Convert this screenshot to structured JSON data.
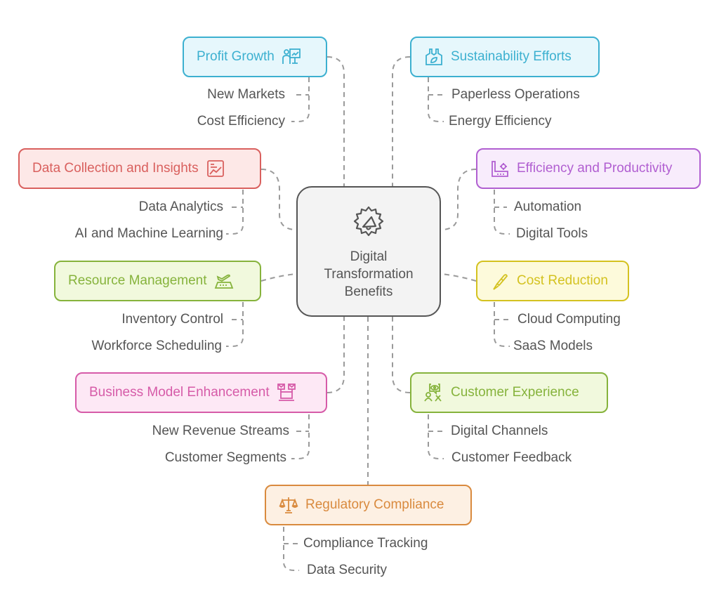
{
  "center": {
    "icon": "gear-megaphone-icon",
    "title_lines": [
      "Digital",
      "Transformation",
      "Benefits"
    ]
  },
  "branches": [
    {
      "id": "profit-growth",
      "label": "Profit Growth",
      "icon": "presentation-growth-icon",
      "color": "#3cb0d0",
      "fill": "#e6f7fc",
      "children": [
        "New Markets",
        "Cost Efficiency"
      ]
    },
    {
      "id": "sustainability-efforts",
      "label": "Sustainability Efforts",
      "icon": "eco-factory-icon",
      "color": "#3cb0d0",
      "fill": "#e6f7fc",
      "children": [
        "Paperless Operations",
        "Energy Efficiency"
      ]
    },
    {
      "id": "data-collection",
      "label": "Data Collection and Insights",
      "icon": "chart-report-icon",
      "color": "#d9605e",
      "fill": "#fde8e7",
      "children": [
        "Data Analytics",
        "AI and Machine Learning"
      ]
    },
    {
      "id": "efficiency-productivity",
      "label": "Efficiency and Productivity",
      "icon": "factory-gear-icon",
      "color": "#b15fd1",
      "fill": "#f8ecfc",
      "children": [
        "Automation",
        "Digital Tools"
      ]
    },
    {
      "id": "resource-management",
      "label": "Resource Management",
      "icon": "airport-plane-icon",
      "color": "#86b33c",
      "fill": "#f1f9dd",
      "children": [
        "Inventory Control",
        "Workforce Scheduling"
      ]
    },
    {
      "id": "cost-reduction",
      "label": "Cost Reduction",
      "icon": "box-cutter-icon",
      "color": "#d4c220",
      "fill": "#fdfadb",
      "children": [
        "Cloud Computing",
        "SaaS Models"
      ]
    },
    {
      "id": "business-model",
      "label": "Business Model Enhancement",
      "icon": "laptop-mail-icon",
      "color": "#d65ba8",
      "fill": "#fde8f5",
      "children": [
        "New Revenue Streams",
        "Customer Segments"
      ]
    },
    {
      "id": "customer-experience",
      "label": "Customer Experience",
      "icon": "customer-eye-icon",
      "color": "#86b33c",
      "fill": "#f1f9dd",
      "children": [
        "Digital Channels",
        "Customer Feedback"
      ]
    },
    {
      "id": "regulatory-compliance",
      "label": "Regulatory Compliance",
      "icon": "scales-icon",
      "color": "#d98a3e",
      "fill": "#fdf0e3",
      "children": [
        "Compliance Tracking",
        "Data Security"
      ]
    }
  ],
  "connector_color": "#9a9a9a"
}
